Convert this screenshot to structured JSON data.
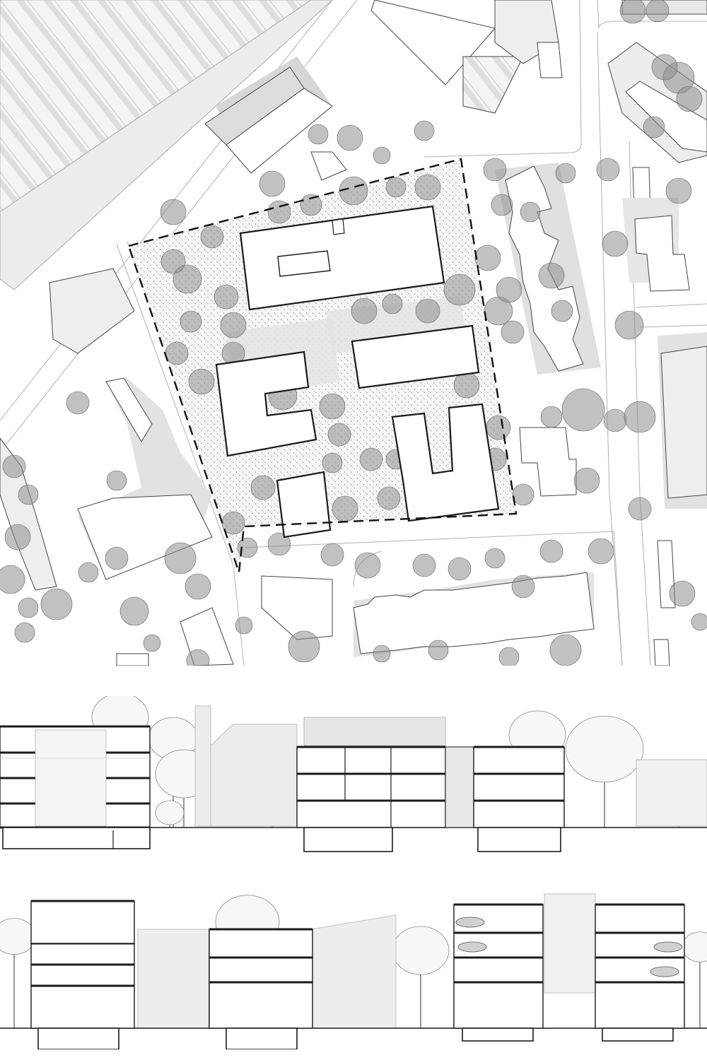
{
  "sheet": {
    "panels": [
      "site-plan",
      "section-a",
      "section-b"
    ],
    "colors": {
      "paper": "#ffffff",
      "line": "#1a1a1a",
      "thin_line": "#9a9a9a",
      "building_fill": "#ffffff",
      "shadow": "#dcdcdc",
      "tree": "#8e8e8e",
      "landscape_stipple": "#6e6e6e",
      "boundary": "#111111"
    },
    "legend": []
  }
}
